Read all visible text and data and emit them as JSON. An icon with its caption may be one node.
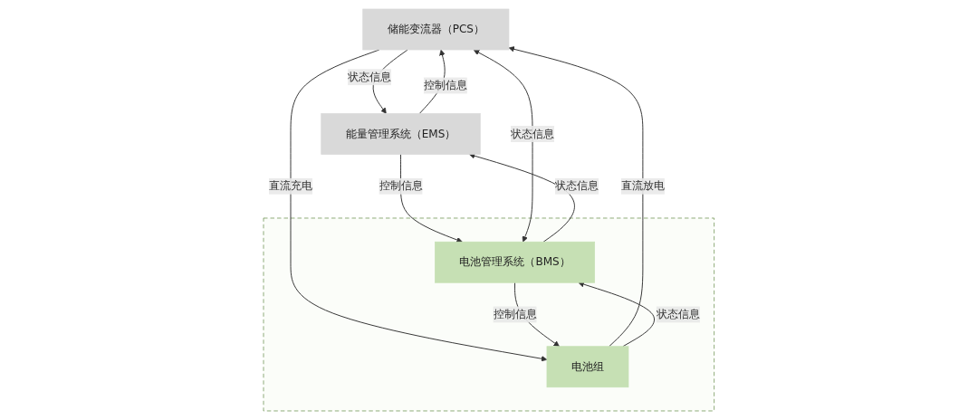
{
  "diagram": {
    "nodes": [
      {
        "text": [
          "储能变流器（PCS）"
        ]
      },
      {
        "text": [
          "能量管理系统（EMS）"
        ]
      },
      {
        "text": [],
        "shape": "box"
      },
      {
        "text": [
          "电池组"
        ],
        "in": 2
      },
      {
        "text": [
          "电池管理系统（BMS）"
        ],
        "in": 2
      }
    ],
    "edges": [
      {
        "from": 1,
        "to": 0,
        "arrow": "to",
        "label": "控制信息"
      },
      {
        "from": 0,
        "to": 1,
        "arrow": "to",
        "label": "状态信息"
      },
      {
        "from": 0,
        "to": 3,
        "arrow": "to",
        "label": "直流充电"
      },
      {
        "from": 3,
        "to": 0,
        "arrow": "to",
        "label": "直流放电"
      },
      {
        "from": 1,
        "to": 4,
        "arrow": "to",
        "label": "控制信息"
      },
      {
        "from": 4,
        "to": 1,
        "arrow": "to",
        "label": "状态信息"
      },
      {
        "from": 0,
        "to": 4,
        "arrow": "both",
        "label": "状态信息"
      },
      {
        "from": 4,
        "to": 3,
        "arrow": "to",
        "label": "控制信息"
      },
      {
        "from": 3,
        "to": 4,
        "arrow": "to",
        "label": "状态信息"
      }
    ]
  }
}
